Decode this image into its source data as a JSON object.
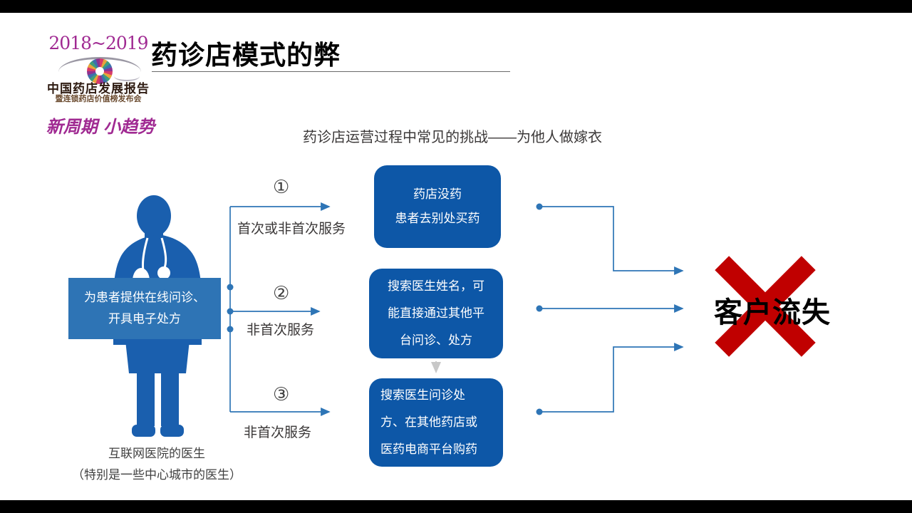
{
  "slide": {
    "title": "药诊店模式的弊",
    "subtitle": "药诊店运营过程中常见的挑战——为他人做嫁衣"
  },
  "logo": {
    "years": "2018~2019",
    "report_title": "中国药店发展报告",
    "report_subtitle": "暨连锁药店价值榜发布会",
    "slogan": "新周期 小趋势"
  },
  "doctor": {
    "badge_line1": "为患者提供在线问诊、",
    "badge_line2": "开具电子处方",
    "caption_line1": "互联网医院的医生",
    "caption_line2": "（特别是一些中心城市的医生）"
  },
  "branches": [
    {
      "number": "①",
      "label": "首次或非首次服务"
    },
    {
      "number": "②",
      "label": "非首次服务"
    },
    {
      "number": "③",
      "label": "非首次服务"
    }
  ],
  "scenario_boxes": [
    {
      "lines": [
        "药店没药",
        "患者去别处买药"
      ]
    },
    {
      "lines": [
        "搜索医生姓名，可",
        "能直接通过其他平",
        "台问诊、处方"
      ]
    },
    {
      "lines": [
        "搜索医生问诊处",
        "方、在其他药店或",
        "医药电商平台购药"
      ]
    }
  ],
  "result": {
    "label": "客户流失"
  },
  "colors": {
    "deep-blue": "#0d57a7",
    "doctor-blue": "#1a5fae",
    "badge-blue": "#2e74b5",
    "line-blue": "#2e75b6",
    "cross-red": "#c00000",
    "magenta": "#a02a92",
    "text-dark": "#3b3838"
  }
}
